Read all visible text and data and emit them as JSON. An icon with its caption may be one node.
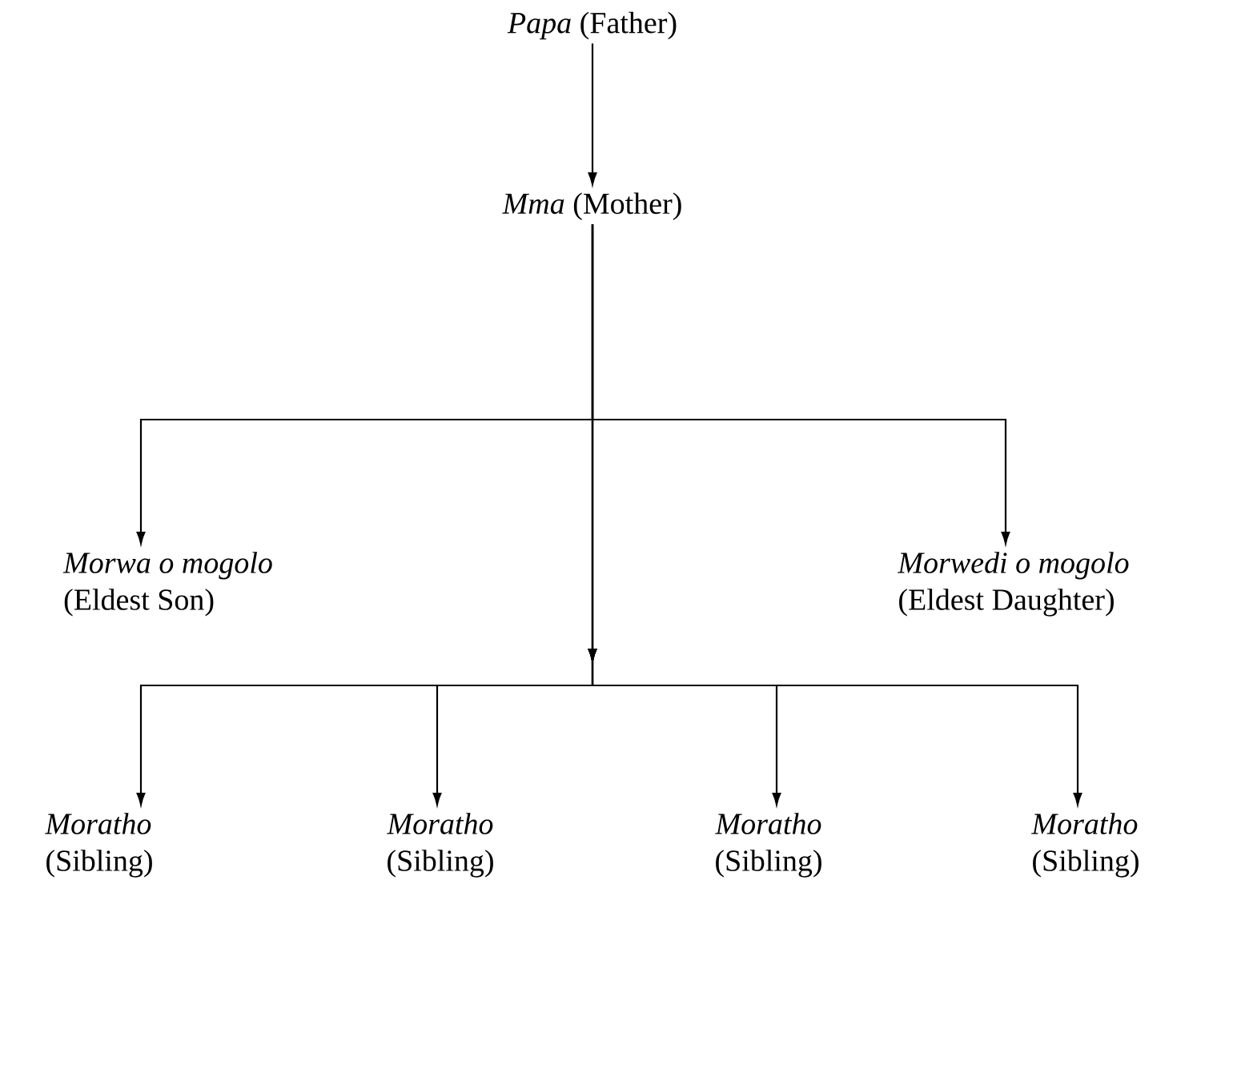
{
  "diagram": {
    "nodes": [
      {
        "text": [
          "*Papa* (Father)"
        ]
      },
      {
        "text": [
          "*Mma* (Mother)"
        ]
      },
      {
        "text": [
          "Morwa o mogolo",
          "(Eldest Son)"
        ]
      },
      {
        "text": [
          "Morwedi o mogolo",
          "(Eldest Daughter)"
        ]
      },
      {
        "text": [
          "Moratho",
          "(Sibling)"
        ]
      },
      {
        "text": [
          "Moratho",
          "(Sibling)"
        ]
      },
      {
        "text": [
          "Moratho",
          "(Sibling)"
        ]
      },
      {
        "text": [
          "Moratho",
          "(Sibling)"
        ]
      }
    ],
    "edges": [
      {
        "from": 0,
        "to": 1,
        "arrow": "to"
      },
      {
        "from": 1,
        "to": 2,
        "arrow": "to"
      },
      {
        "from": 1,
        "to": 3,
        "arrow": "to"
      },
      {
        "from": 1,
        "to": 4,
        "arrow": "to"
      },
      {
        "from": 1,
        "to": 5,
        "arrow": "to"
      },
      {
        "from": 1,
        "to": 6,
        "arrow": "to"
      },
      {
        "from": 1,
        "to": 7,
        "arrow": "to"
      }
    ]
  }
}
